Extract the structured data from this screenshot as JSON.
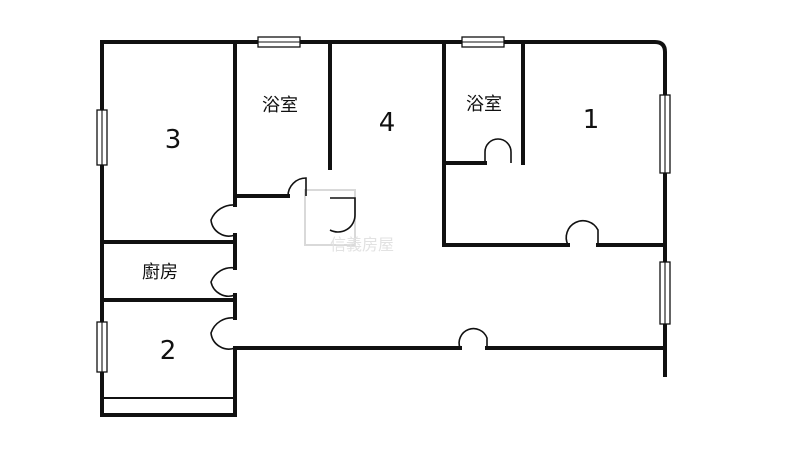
{
  "rooms": {
    "room_3": "3",
    "bath_left": "浴室",
    "room_4": "4",
    "bath_right": "浴室",
    "room_1": "1",
    "kitchen": "廚房",
    "room_2": "2"
  },
  "watermark": {
    "text": "信義房屋"
  },
  "colors": {
    "wall": "#111111",
    "background": "#ffffff",
    "watermark": "#d9d9d9"
  }
}
